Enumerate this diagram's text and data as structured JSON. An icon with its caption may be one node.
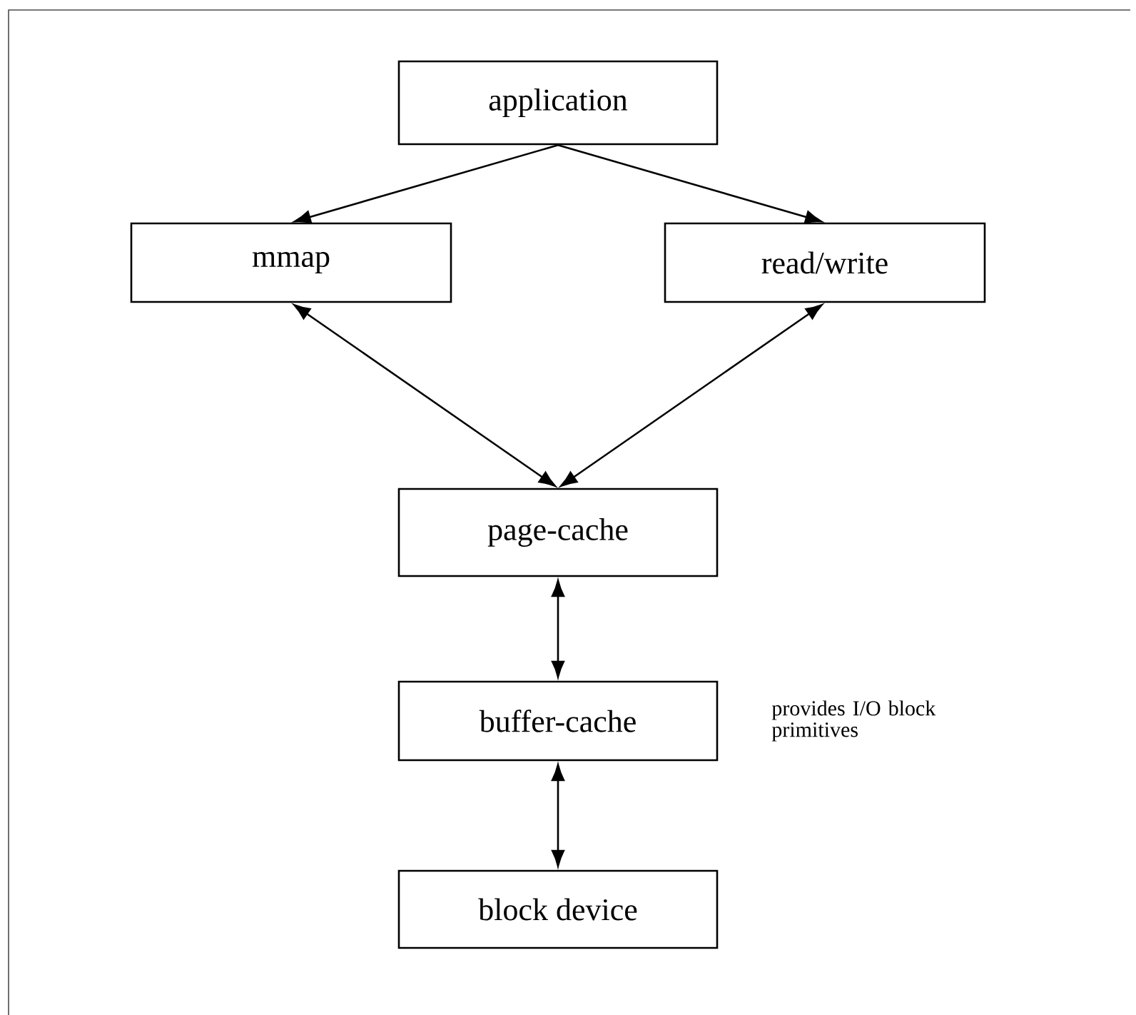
{
  "diagram": {
    "nodes": [
      {
        "text": [
          "application"
        ]
      },
      {
        "text": [
          "mmap"
        ]
      },
      {
        "text": [
          "read/write"
        ]
      },
      {
        "text": [
          "page-cache"
        ]
      },
      {
        "text": [
          "buffer-cache"
        ],
        "beside": [
          "provides I/O block primitives"
        ]
      },
      {
        "text": [
          "block device"
        ]
      }
    ],
    "edges": [
      {
        "from": 0,
        "to": 1,
        "arrow": "to"
      },
      {
        "from": 0,
        "to": 2,
        "arrow": "to"
      },
      {
        "from": 1,
        "to": 3,
        "arrow": "both"
      },
      {
        "from": 2,
        "to": 3,
        "arrow": "both"
      },
      {
        "from": 3,
        "to": 4,
        "arrow": "both"
      },
      {
        "from": 4,
        "to": 5,
        "arrow": "both"
      }
    ]
  }
}
